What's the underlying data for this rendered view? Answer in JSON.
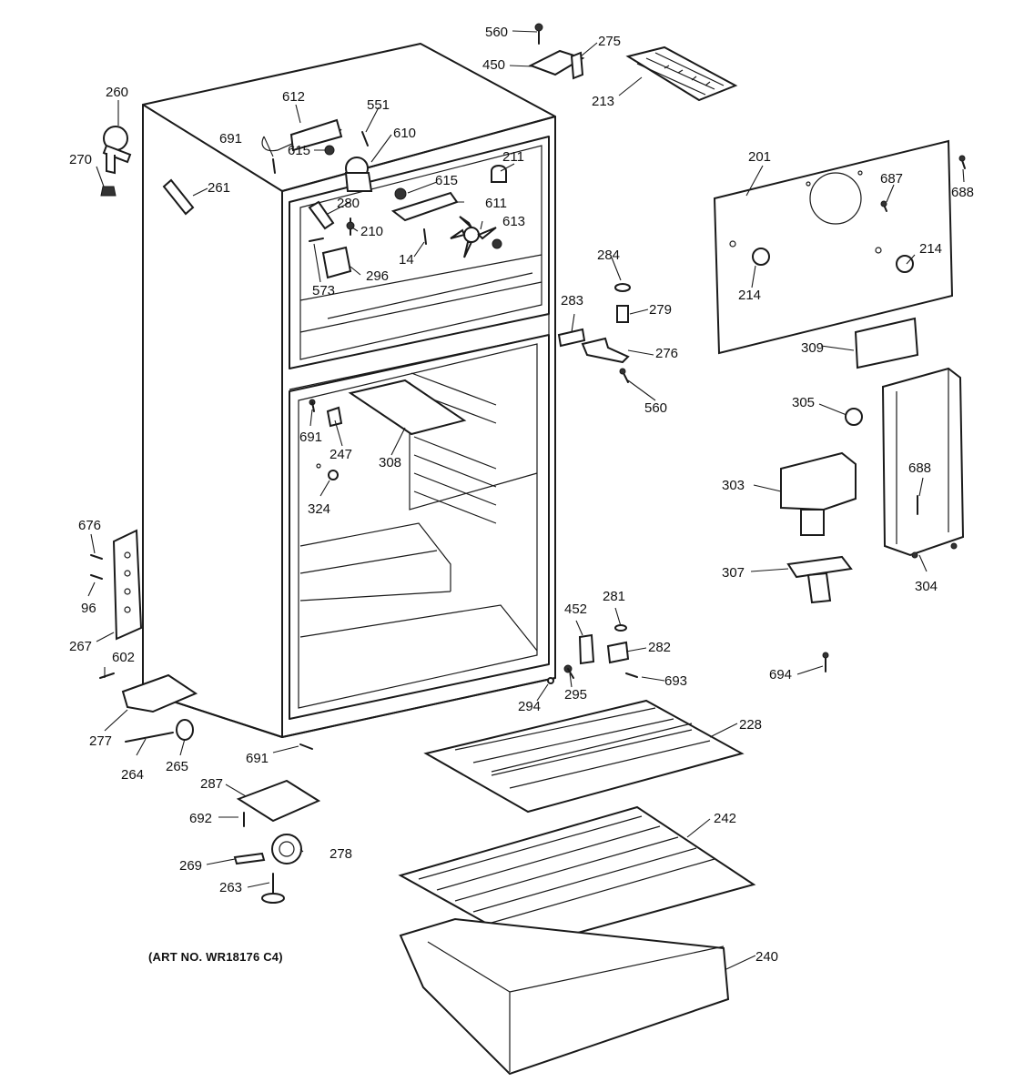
{
  "art_number": "(ART NO. WR18176 C4)",
  "callouts": [
    {
      "id": "c560a",
      "text": "560"
    },
    {
      "id": "c275",
      "text": "275"
    },
    {
      "id": "c450",
      "text": "450"
    },
    {
      "id": "c213",
      "text": "213"
    },
    {
      "id": "c260",
      "text": "260"
    },
    {
      "id": "c270",
      "text": "270"
    },
    {
      "id": "c261",
      "text": "261"
    },
    {
      "id": "c612",
      "text": "612"
    },
    {
      "id": "c551",
      "text": "551"
    },
    {
      "id": "c691a",
      "text": "691"
    },
    {
      "id": "c615a",
      "text": "615"
    },
    {
      "id": "c610",
      "text": "610"
    },
    {
      "id": "c211",
      "text": "211"
    },
    {
      "id": "c615b",
      "text": "615"
    },
    {
      "id": "c611",
      "text": "611"
    },
    {
      "id": "c280",
      "text": "280"
    },
    {
      "id": "c210",
      "text": "210"
    },
    {
      "id": "c613",
      "text": "613"
    },
    {
      "id": "c14",
      "text": "14"
    },
    {
      "id": "c296",
      "text": "296"
    },
    {
      "id": "c573",
      "text": "573"
    },
    {
      "id": "c201",
      "text": "201"
    },
    {
      "id": "c687",
      "text": "687"
    },
    {
      "id": "c688a",
      "text": "688"
    },
    {
      "id": "c214a",
      "text": "214"
    },
    {
      "id": "c214b",
      "text": "214"
    },
    {
      "id": "c284",
      "text": "284"
    },
    {
      "id": "c283",
      "text": "283"
    },
    {
      "id": "c279",
      "text": "279"
    },
    {
      "id": "c276",
      "text": "276"
    },
    {
      "id": "c560b",
      "text": "560"
    },
    {
      "id": "c309",
      "text": "309"
    },
    {
      "id": "c305",
      "text": "305"
    },
    {
      "id": "c303",
      "text": "303"
    },
    {
      "id": "c688b",
      "text": "688"
    },
    {
      "id": "c307",
      "text": "307"
    },
    {
      "id": "c304",
      "text": "304"
    },
    {
      "id": "c691b",
      "text": "691"
    },
    {
      "id": "c247",
      "text": "247"
    },
    {
      "id": "c308",
      "text": "308"
    },
    {
      "id": "c324",
      "text": "324"
    },
    {
      "id": "c676",
      "text": "676"
    },
    {
      "id": "c96",
      "text": "96"
    },
    {
      "id": "c267",
      "text": "267"
    },
    {
      "id": "c602",
      "text": "602"
    },
    {
      "id": "c277",
      "text": "277"
    },
    {
      "id": "c264",
      "text": "264"
    },
    {
      "id": "c265",
      "text": "265"
    },
    {
      "id": "c691c",
      "text": "691"
    },
    {
      "id": "c452",
      "text": "452"
    },
    {
      "id": "c281",
      "text": "281"
    },
    {
      "id": "c282",
      "text": "282"
    },
    {
      "id": "c294",
      "text": "294"
    },
    {
      "id": "c295",
      "text": "295"
    },
    {
      "id": "c693",
      "text": "693"
    },
    {
      "id": "c694",
      "text": "694"
    },
    {
      "id": "c228",
      "text": "228"
    },
    {
      "id": "c242",
      "text": "242"
    },
    {
      "id": "c287",
      "text": "287"
    },
    {
      "id": "c692",
      "text": "692"
    },
    {
      "id": "c269",
      "text": "269"
    },
    {
      "id": "c278",
      "text": "278"
    },
    {
      "id": "c263",
      "text": "263"
    },
    {
      "id": "c240",
      "text": "240"
    }
  ]
}
